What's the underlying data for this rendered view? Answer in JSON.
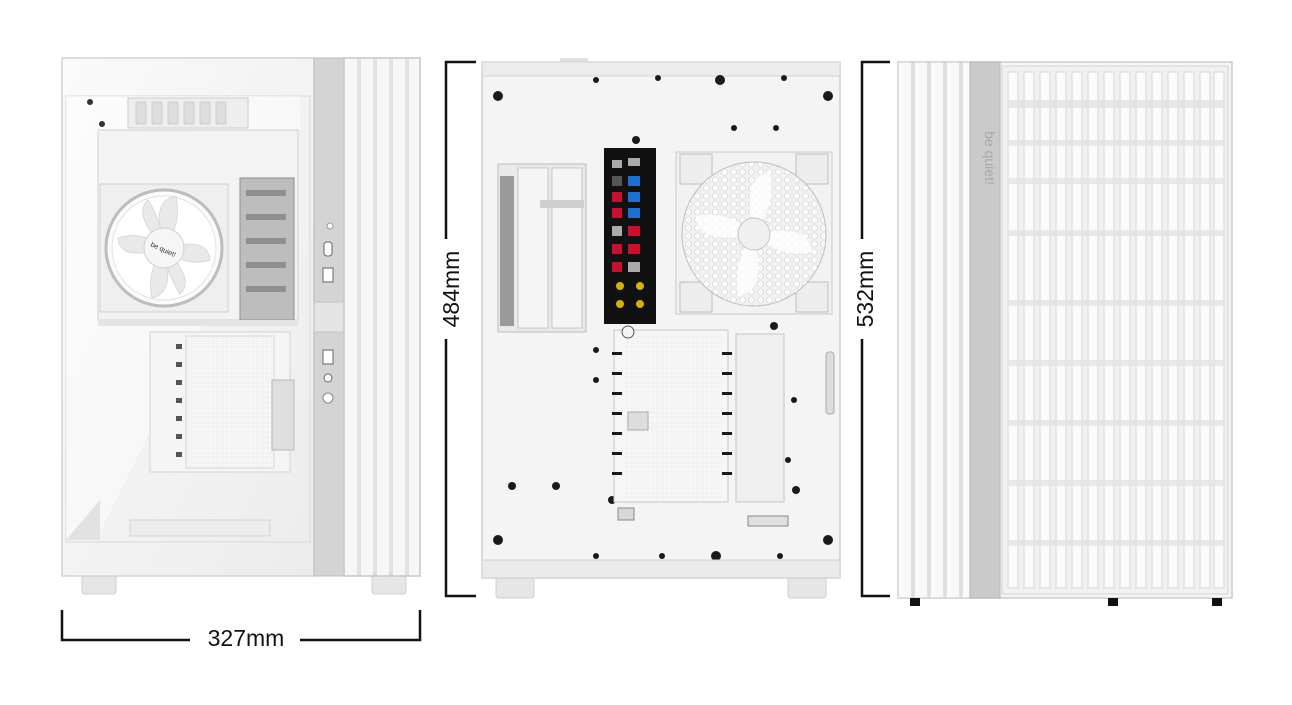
{
  "dimensions": {
    "width": "327mm",
    "height_rear": "484mm",
    "height_side": "532mm"
  },
  "branding": {
    "fan_logo": "be quiet!",
    "front_logo": "be quiet!"
  },
  "colors": {
    "case_white": "#f4f4f4",
    "case_shadow": "#d9d9d9",
    "trim_grey": "#c9c9c9",
    "dimension_line": "#111111",
    "io_panel": "#111111",
    "port_red": "#c8102e",
    "port_blue": "#1f6fd1"
  },
  "views": [
    "left-glass-side-view",
    "rear-view",
    "front-mesh-view"
  ]
}
